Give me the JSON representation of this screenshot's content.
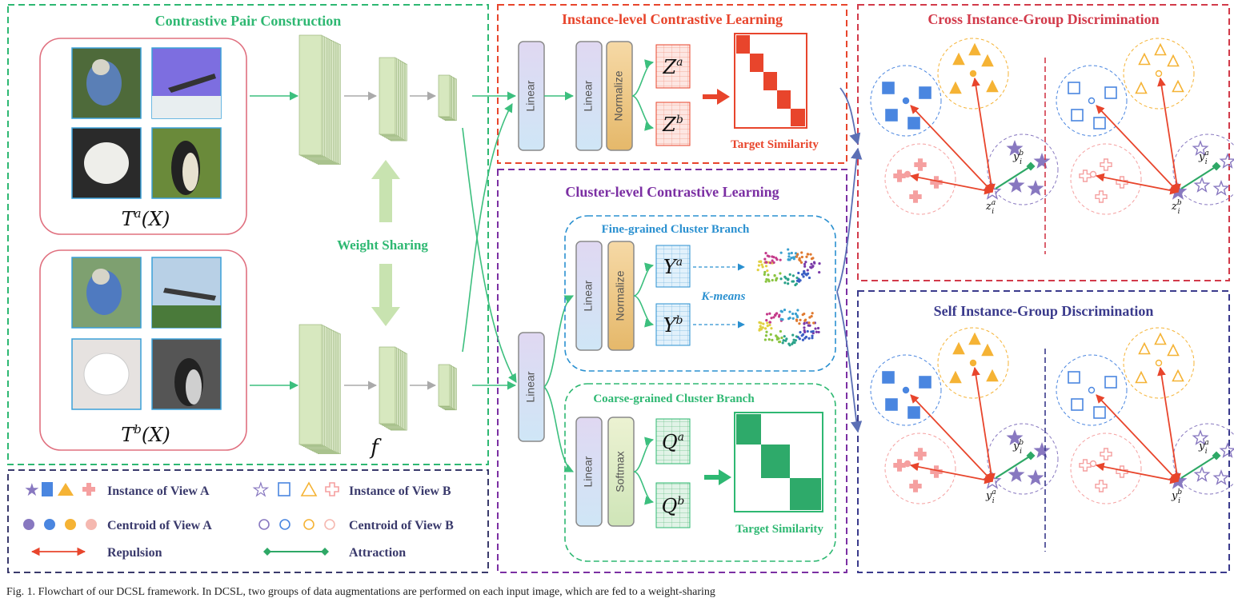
{
  "sections": {
    "pair": "Contrastive Pair Construction",
    "instance": "Instance-level Contrastive Learning",
    "cluster": "Cluster-level Contrastive Learning",
    "cross": "Cross Instance-Group Discrimination",
    "self": "Self Instance-Group Discrimination"
  },
  "views": {
    "a": "T",
    "a_sup": "a",
    "b": "T",
    "b_sup": "b",
    "arg": "(X)"
  },
  "weight_sharing": "Weight Sharing",
  "encoder": "f",
  "blocks": {
    "linear": "Linear",
    "normalize": "Normalize",
    "softmax": "Softmax"
  },
  "features": {
    "z": "Z",
    "y": "Y",
    "q": "Q",
    "a": "a",
    "b": "b"
  },
  "target_similarity": "Target Similarity",
  "kmeans": "K-means",
  "branches": {
    "fine": "Fine-grained Cluster Branch",
    "coarse": "Coarse-grained Cluster Branch"
  },
  "legend": {
    "inst_a": "Instance of View A",
    "inst_b": "Instance of View B",
    "cent_a": "Centroid of View A",
    "cent_b": "Centroid of View B",
    "repulsion": "Repulsion",
    "attraction": "Attraction"
  },
  "labels": {
    "z": "z",
    "y": "y",
    "i": "i",
    "a": "a",
    "b": "b"
  },
  "caption": "Fig. 1.   Flowchart of our DCSL framework. In DCSL, two groups of data augmentations are performed on each input image, which are fed to a weight-sharing",
  "colors": {
    "green": "#2eb872",
    "red": "#e8452c",
    "purple": "#7b2fa3",
    "crimson": "#d23a4a",
    "navy": "#3a3a8c",
    "blue": "#4a86e0",
    "orange": "#f5b335",
    "pink": "#f5a0a0",
    "violet": "#8878c0"
  }
}
